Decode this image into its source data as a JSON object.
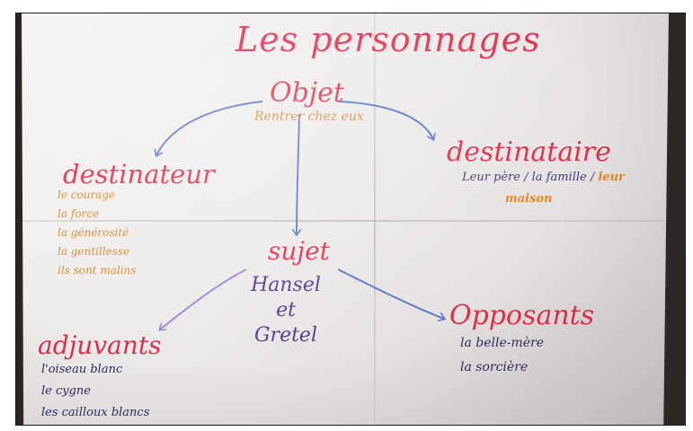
{
  "poster": {
    "title": "Les personnages",
    "objet": {
      "heading": "Objet",
      "detail": "Rentrer chez eux"
    },
    "destinataire": {
      "heading": "destinataire",
      "line1": "Leur père / la famille /",
      "line1_tail": "leur",
      "line2": "maison"
    },
    "destinateur": {
      "heading": "destinateur",
      "items": [
        "le courage",
        "la force",
        "la générosité",
        "la gentillesse",
        "ils sont malins"
      ]
    },
    "sujet": {
      "heading": "sujet",
      "detail": "Hansel et Gretel"
    },
    "adjuvants": {
      "heading": "adjuvants",
      "items": [
        "l'oiseau blanc",
        "le cygne",
        "les cailloux blancs"
      ]
    },
    "opposants": {
      "heading": "Opposants",
      "items": [
        "la belle-mère",
        "la sorcière"
      ]
    }
  },
  "colors": {
    "heading_red": "#e02f4b",
    "orange_ink": "#d9872a",
    "purple_ink": "#563a8a",
    "navy_ink": "#2b2a62",
    "arrow_blue": "#5c77c9",
    "arrow_lilac": "#9a88d2"
  }
}
